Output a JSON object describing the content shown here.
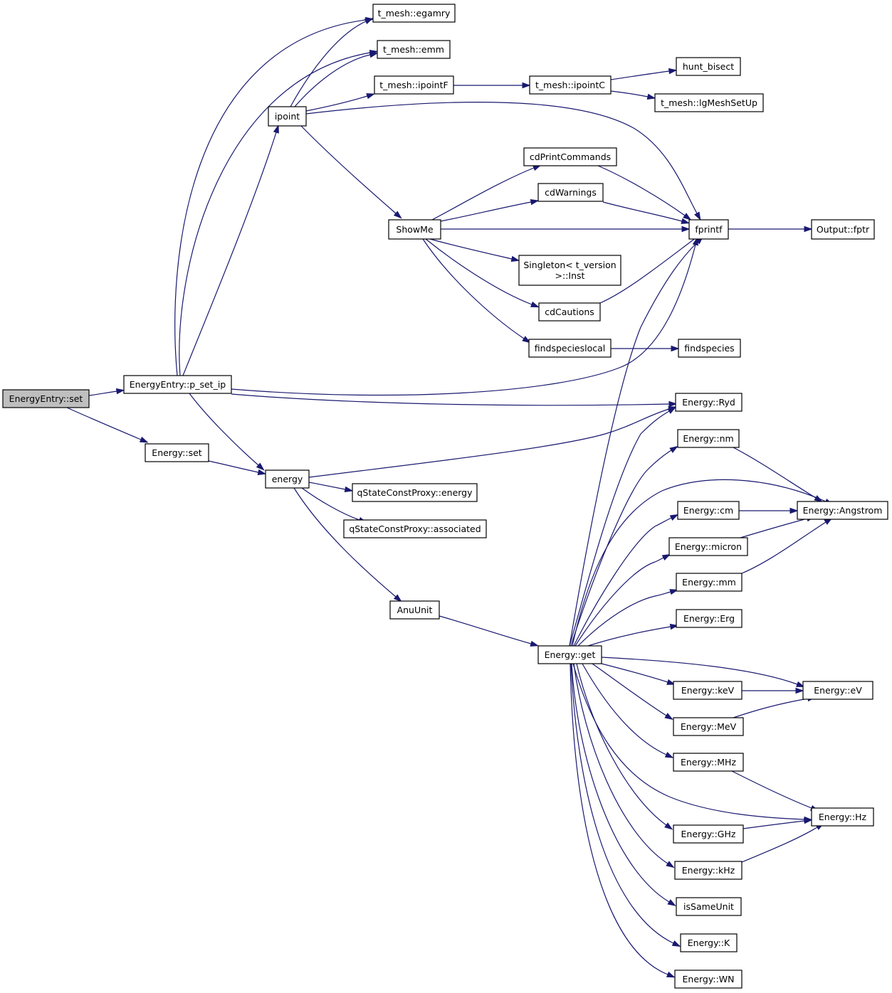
{
  "nodes": [
    {
      "id": "n0",
      "label": "EnergyEntry::set",
      "root": true
    },
    {
      "id": "n1",
      "label": "EnergyEntry::p_set_ip"
    },
    {
      "id": "n2",
      "label": "Energy::set"
    },
    {
      "id": "n3",
      "label": "ipoint"
    },
    {
      "id": "n4",
      "label": "t_mesh::egamry"
    },
    {
      "id": "n5",
      "label": "t_mesh::emm"
    },
    {
      "id": "n6",
      "label": "t_mesh::ipointF"
    },
    {
      "id": "n7",
      "label": "t_mesh::ipointC"
    },
    {
      "id": "n8",
      "label": "hunt_bisect"
    },
    {
      "id": "n9",
      "label": "t_mesh::lgMeshSetUp"
    },
    {
      "id": "n10",
      "label": "cdPrintCommands"
    },
    {
      "id": "n11",
      "label": "cdWarnings"
    },
    {
      "id": "n12",
      "label": "ShowMe"
    },
    {
      "id": "n13",
      "label": "fprintf"
    },
    {
      "id": "n14",
      "label": "Output::fptr"
    },
    {
      "id": "n15",
      "label": [
        "Singleton< t_version",
        ">::Inst"
      ]
    },
    {
      "id": "n16",
      "label": "cdCautions"
    },
    {
      "id": "n17",
      "label": "findspecieslocal"
    },
    {
      "id": "n18",
      "label": "findspecies"
    },
    {
      "id": "n19",
      "label": "energy"
    },
    {
      "id": "n20",
      "label": "qStateConstProxy::energy"
    },
    {
      "id": "n21",
      "label": "qStateConstProxy::associated"
    },
    {
      "id": "n22",
      "label": "AnuUnit"
    },
    {
      "id": "n23",
      "label": "Energy::get"
    },
    {
      "id": "n24",
      "label": "Energy::Ryd"
    },
    {
      "id": "n25",
      "label": "Energy::nm"
    },
    {
      "id": "n26",
      "label": "Energy::Angstrom"
    },
    {
      "id": "n27",
      "label": "Energy::cm"
    },
    {
      "id": "n28",
      "label": "Energy::micron"
    },
    {
      "id": "n29",
      "label": "Energy::mm"
    },
    {
      "id": "n30",
      "label": "Energy::Erg"
    },
    {
      "id": "n31",
      "label": "Energy::keV"
    },
    {
      "id": "n32",
      "label": "Energy::eV"
    },
    {
      "id": "n33",
      "label": "Energy::MeV"
    },
    {
      "id": "n34",
      "label": "Energy::MHz"
    },
    {
      "id": "n35",
      "label": "Energy::Hz"
    },
    {
      "id": "n36",
      "label": "Energy::GHz"
    },
    {
      "id": "n37",
      "label": "Energy::kHz"
    },
    {
      "id": "n38",
      "label": "isSameUnit"
    },
    {
      "id": "n39",
      "label": "Energy::K"
    },
    {
      "id": "n40",
      "label": "Energy::WN"
    }
  ],
  "edges": [
    [
      "n0",
      "n1"
    ],
    [
      "n0",
      "n2"
    ],
    [
      "n1",
      "n3"
    ],
    [
      "n1",
      "n4"
    ],
    [
      "n1",
      "n5"
    ],
    [
      "n1",
      "n13"
    ],
    [
      "n1",
      "n24"
    ],
    [
      "n1",
      "n19"
    ],
    [
      "n2",
      "n19"
    ],
    [
      "n3",
      "n4"
    ],
    [
      "n3",
      "n5"
    ],
    [
      "n3",
      "n6"
    ],
    [
      "n3",
      "n13"
    ],
    [
      "n3",
      "n12"
    ],
    [
      "n6",
      "n7"
    ],
    [
      "n7",
      "n8"
    ],
    [
      "n7",
      "n9"
    ],
    [
      "n12",
      "n10"
    ],
    [
      "n12",
      "n11"
    ],
    [
      "n12",
      "n13"
    ],
    [
      "n12",
      "n15"
    ],
    [
      "n12",
      "n16"
    ],
    [
      "n12",
      "n17"
    ],
    [
      "n10",
      "n13"
    ],
    [
      "n11",
      "n13"
    ],
    [
      "n16",
      "n13"
    ],
    [
      "n13",
      "n14"
    ],
    [
      "n17",
      "n18"
    ],
    [
      "n19",
      "n24"
    ],
    [
      "n19",
      "n20"
    ],
    [
      "n19",
      "n21"
    ],
    [
      "n19",
      "n22"
    ],
    [
      "n22",
      "n23"
    ],
    [
      "n23",
      "n13"
    ],
    [
      "n23",
      "n24"
    ],
    [
      "n23",
      "n25"
    ],
    [
      "n23",
      "n26"
    ],
    [
      "n23",
      "n27"
    ],
    [
      "n23",
      "n28"
    ],
    [
      "n23",
      "n29"
    ],
    [
      "n23",
      "n30"
    ],
    [
      "n23",
      "n31"
    ],
    [
      "n23",
      "n32"
    ],
    [
      "n23",
      "n33"
    ],
    [
      "n23",
      "n34"
    ],
    [
      "n23",
      "n35"
    ],
    [
      "n23",
      "n36"
    ],
    [
      "n23",
      "n37"
    ],
    [
      "n23",
      "n38"
    ],
    [
      "n23",
      "n39"
    ],
    [
      "n23",
      "n40"
    ],
    [
      "n25",
      "n26"
    ],
    [
      "n27",
      "n26"
    ],
    [
      "n28",
      "n26"
    ],
    [
      "n29",
      "n26"
    ],
    [
      "n31",
      "n32"
    ],
    [
      "n33",
      "n32"
    ],
    [
      "n34",
      "n35"
    ],
    [
      "n36",
      "n35"
    ],
    [
      "n37",
      "n35"
    ]
  ]
}
